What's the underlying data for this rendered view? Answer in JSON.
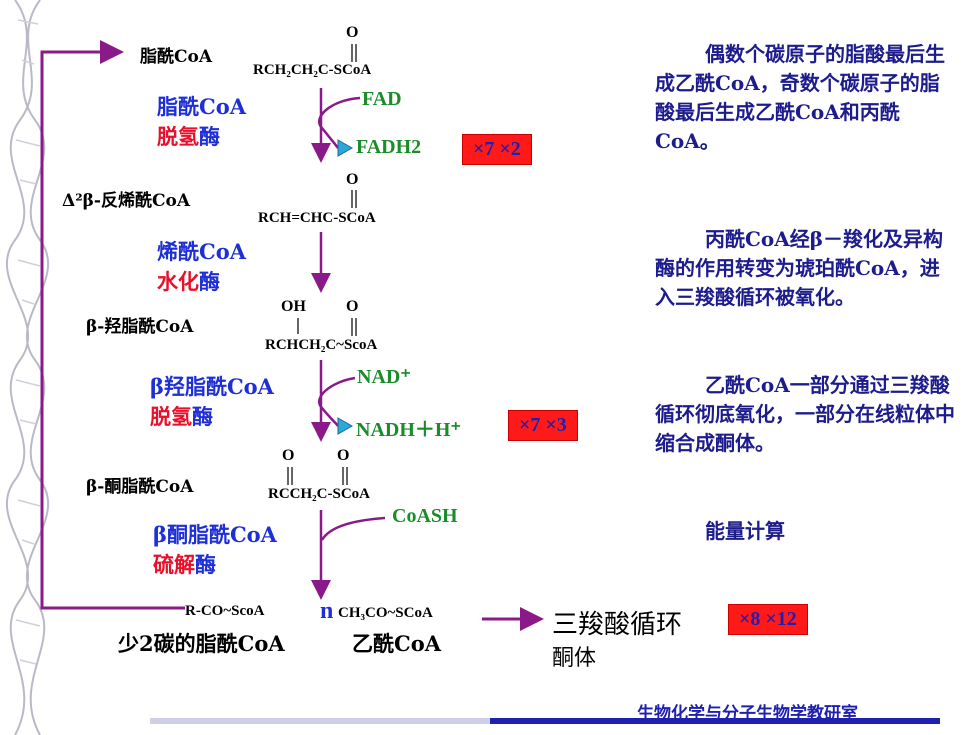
{
  "intermediates": {
    "fatty_acyl_coa": "脂酰CoA",
    "enoyl_coa": "Δ²β-反烯酰CoA",
    "hydroxyacyl_coa": "β-羟脂酰CoA",
    "ketoacyl_coa": "β-酮脂酰CoA",
    "shortened_acyl_coa": "少2碳的脂酰CoA",
    "acetyl_coa": "乙酰CoA"
  },
  "formulas": {
    "f1": "RCH₂CH₂C-SCoA",
    "f2": "RCH=CHC-SCoA",
    "f3": "RCHCH₂C~ScoA",
    "f3_oh": "OH",
    "f4": "RCCH₂C-SCoA",
    "f5": "R-CO~ScoA",
    "f6_n": "n",
    "f6": "CH₃CO~SCoA",
    "o": "O"
  },
  "enzymes": [
    {
      "blue": "脂酰CoA",
      "red": "脱氢",
      "tail": "酶"
    },
    {
      "blue": "烯酰CoA",
      "red": "水化",
      "tail": "酶"
    },
    {
      "blue": "β羟脂酰CoA",
      "red": "脱氢",
      "tail": "酶"
    },
    {
      "blue": "β酮脂酰CoA",
      "red": "硫解",
      "tail": "酶"
    }
  ],
  "cofactors": {
    "fad": "FAD",
    "fadh2": "FADH2",
    "nad": "NAD⁺",
    "nadh": "NADH＋H⁺",
    "coash": "CoASH"
  },
  "multipliers": {
    "m1": "×7 ×2",
    "m2": "×7 ×3",
    "m3": "×8 ×12"
  },
  "outputs": {
    "tca": "三羧酸循环",
    "ketone": "酮体"
  },
  "notes": {
    "p1": "偶数个碳原子的脂酸最后生成乙酰CoA，奇数个碳原子的脂酸最后生成乙酰CoA和丙酰CoA。",
    "p2": "丙酰CoA经β－羧化及异构酶的作用转变为琥珀酰CoA，进入三羧酸循环被氧化。",
    "p3": "乙酰CoA一部分通过三羧酸循环彻底氧化，一部分在线粒体中缩合成酮体。",
    "p4": "能量计算"
  },
  "footer": "生物化学与分子生物学教研室",
  "colors": {
    "enzyme_blue": "#1f2fd6",
    "enzyme_red": "#e8102a",
    "cofactor_green": "#1a8c2a",
    "arrow_purple": "#8a1a8a",
    "multiplier_bg": "#ff1a1a"
  }
}
